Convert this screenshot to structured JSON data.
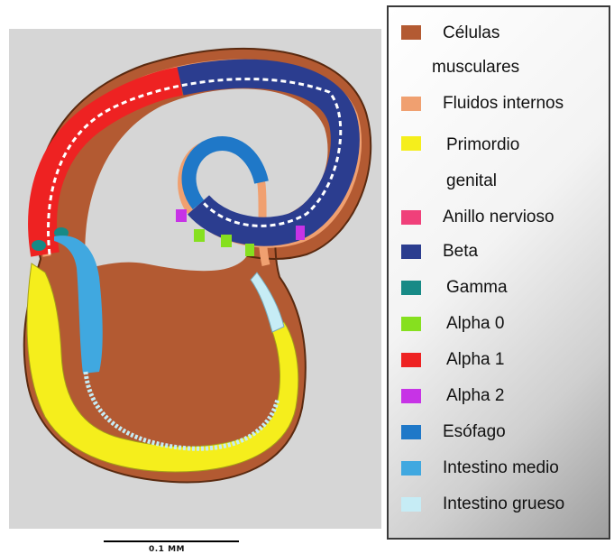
{
  "scale_label": "0.1 MM",
  "legend": [
    {
      "label": "Células",
      "label2": "musculares",
      "color": "#b35a32"
    },
    {
      "label": "Fluidos internos",
      "color": "#f0a070"
    },
    {
      "label": "Primordio",
      "label2": "genital",
      "color": "#f5ee1c"
    },
    {
      "label": "Anillo nervioso",
      "color": "#f0407a"
    },
    {
      "label": "Beta",
      "color": "#2b3d8f"
    },
    {
      "label": "Gamma",
      "color": "#178a86"
    },
    {
      "label": "Alpha 0",
      "color": "#86e01f"
    },
    {
      "label": "Alpha 1",
      "color": "#ee2222"
    },
    {
      "label": "Alpha 2",
      "color": "#c733e6"
    },
    {
      "label": "Esófago",
      "color": "#1f78c8"
    },
    {
      "label": "Intestino medio",
      "color": "#40a8e0"
    },
    {
      "label": "Intestino grueso",
      "color": "#c6ecf5"
    }
  ]
}
